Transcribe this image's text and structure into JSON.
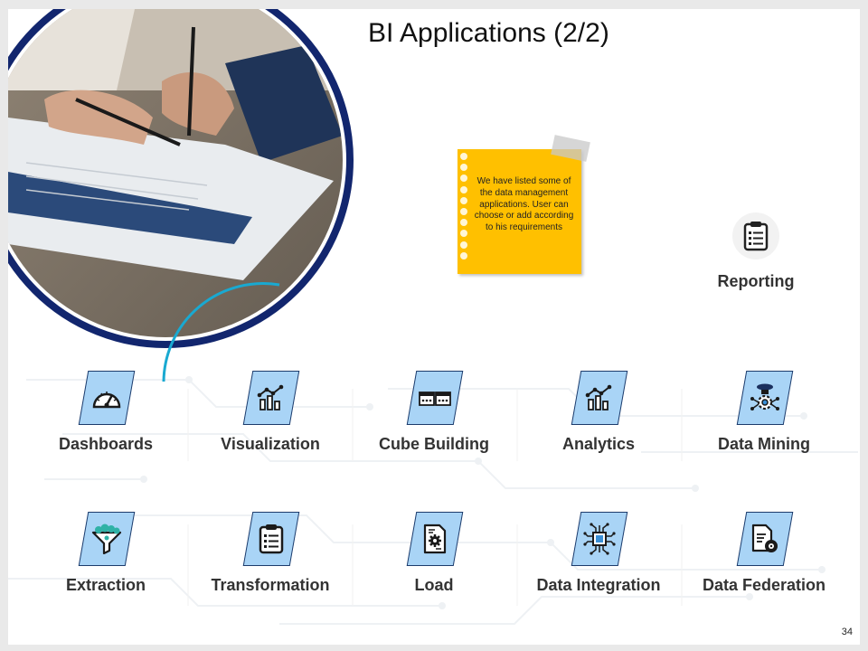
{
  "slide": {
    "title": "BI Applications  (2/2)",
    "page_number": "34"
  },
  "note": {
    "text": "We have listed some of the data management applications. User can choose or add according to his requirements"
  },
  "reporting": {
    "label": "Reporting",
    "icon": "clipboard-list-icon"
  },
  "applications": [
    {
      "label": "Dashboards",
      "icon": "gauge-icon"
    },
    {
      "label": "Visualization",
      "icon": "bar-chart-icon"
    },
    {
      "label": "Cube Building",
      "icon": "cubes-icon"
    },
    {
      "label": "Analytics",
      "icon": "bar-chart-icon"
    },
    {
      "label": "Data Mining",
      "icon": "mining-gear-icon"
    },
    {
      "label": "Extraction",
      "icon": "funnel-icon"
    },
    {
      "label": "Transformation",
      "icon": "clipboard-list-icon"
    },
    {
      "label": "Load",
      "icon": "document-gear-icon"
    },
    {
      "label": "Data Integration",
      "icon": "circuit-chip-icon"
    },
    {
      "label": "Data Federation",
      "icon": "document-disc-icon"
    }
  ],
  "colors": {
    "navy": "#12266e",
    "teal": "#19a9d1",
    "note": "#ffc000",
    "icon_fill": "#a9d4f6"
  }
}
